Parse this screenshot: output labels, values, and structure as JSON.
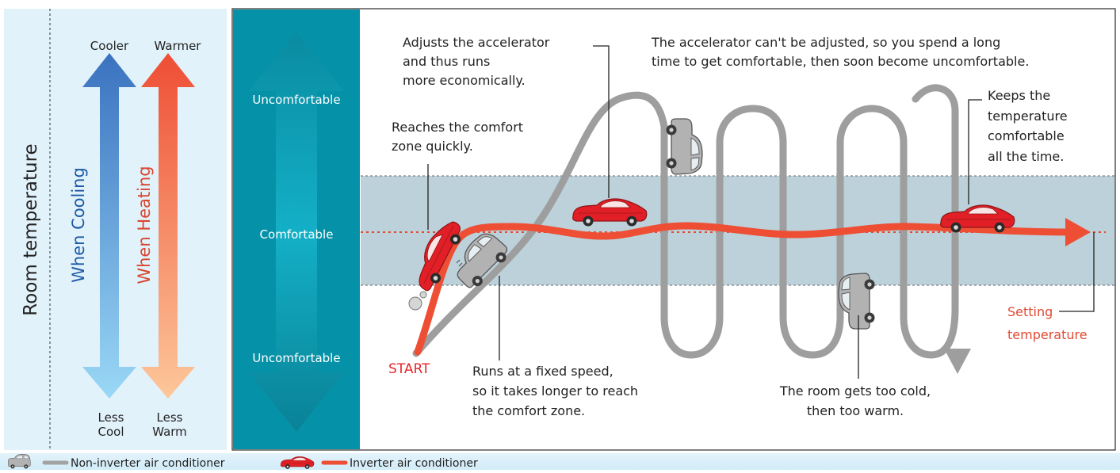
{
  "left_panel": {
    "axis_label": "Room temperature",
    "cooling": {
      "top": "Cooler",
      "label": "When Cooling",
      "bottom_lines": [
        "Less",
        "Cool"
      ]
    },
    "heating": {
      "top": "Warmer",
      "label": "When Heating",
      "bottom_lines": [
        "Less",
        "Warm"
      ]
    }
  },
  "zones": {
    "top": "Uncomfortable",
    "middle": "Comfortable",
    "bottom": "Uncomfortable"
  },
  "start_label": "START",
  "setting_label_lines": [
    "Setting",
    "temperature"
  ],
  "annotations": {
    "reaches_comfort": [
      "Reaches the comfort",
      "zone quickly."
    ],
    "adjusts_accelerator": [
      "Adjusts the accelerator",
      "and thus runs",
      "more economically."
    ],
    "cannot_adjust": [
      "The accelerator can't be adjusted, so you spend a long",
      "time to get comfortable, then soon become uncomfortable."
    ],
    "keeps_comfortable": [
      "Keeps the",
      "temperature",
      "comfortable",
      "all the time."
    ],
    "fixed_speed": [
      "Runs at a fixed speed,",
      "so it takes longer to reach",
      "the comfort zone."
    ],
    "too_cold_warm": [
      "The room gets too cold,",
      "then too warm."
    ]
  },
  "legend": [
    {
      "label": "Non-inverter air conditioner",
      "color": "#a3a3a3",
      "icon": "grey-car-icon"
    },
    {
      "label": "Inverter air conditioner",
      "color": "#ee4e34",
      "icon": "red-car-icon"
    }
  ],
  "colors": {
    "inverter_line": "#ee4e34",
    "non_inverter_line": "#9e9e9e",
    "panel_teal": "#0592a8",
    "cooling_blue": "#3d7cc4",
    "heating_red": "#ee5a3c",
    "setting_text": "#e24a32"
  }
}
